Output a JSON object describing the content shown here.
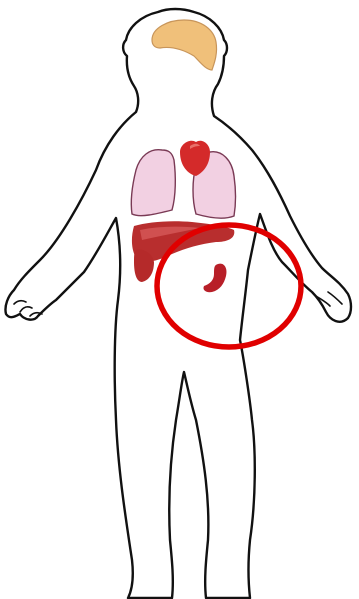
{
  "figure": {
    "colors": {
      "background": "#ffffff",
      "outline": "#111111",
      "brain": "#f0c07a",
      "brain_edge": "#c8955a",
      "lungs": "#f2d0e2",
      "lungs_edge": "#7a3a55",
      "heart": "#d42a2a",
      "heart_highlight": "#e8706a",
      "liver": "#b82e2e",
      "liver_highlight": "#d05050",
      "stomach": "#b52a2a",
      "spleen": "#b81f28",
      "highlight_circle": "#e00000"
    },
    "parts": [
      "body-outline",
      "brain",
      "left-lung",
      "right-lung",
      "heart",
      "liver",
      "stomach",
      "spleen"
    ],
    "highlighted_organ": "spleen"
  }
}
